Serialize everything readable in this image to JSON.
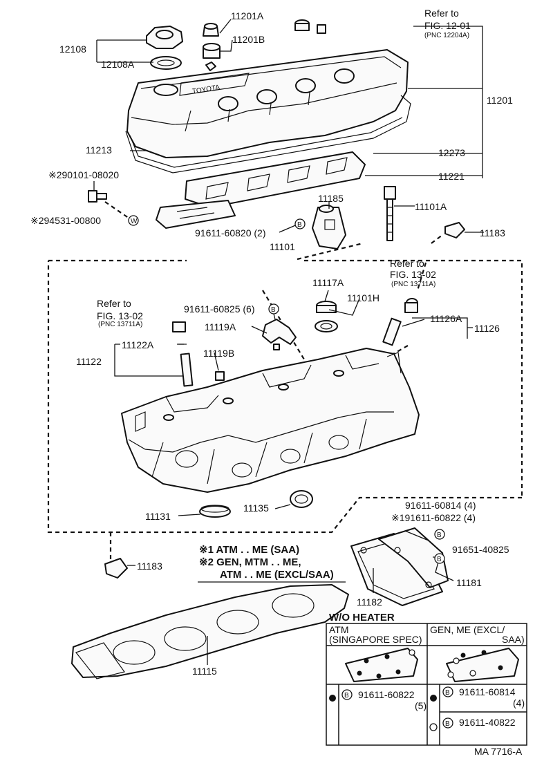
{
  "diagram_code": "MA 7716-A",
  "callouts": {
    "p12108": "12108",
    "p12108A": "12108A",
    "p11201A": "11201A",
    "p11201B": "11201B",
    "p11201": "11201",
    "p11213": "11213",
    "p12273": "12273",
    "p11221": "11221",
    "p290101": "※290101-08020",
    "p294531": "※294531-00800",
    "p11185": "11185",
    "p11101A": "11101A",
    "p91611_60820": "91611-60820 (2)",
    "p11183_top": "11183",
    "p11101": "11101",
    "p11117A": "11117A",
    "p11101H": "11101H",
    "p91611_60825": "91611-60825 (6)",
    "p11119A": "11119A",
    "p11126A": "11126A",
    "p11126": "11126",
    "p11122A": "11122A",
    "p11122": "11122",
    "p11119B": "11119B",
    "p11131": "11131",
    "p11135": "11135",
    "p91611_60814": "91611-60814 (4)",
    "p191611_60822": "※191611-60822 (4)",
    "p91651_40825": "91651-40825",
    "p11181": "11181",
    "p11182": "11182",
    "p11183_bot": "11183",
    "p11115": "11115"
  },
  "refs": {
    "fig1201": {
      "line1": "Refer to",
      "line2": "FIG. 12-01",
      "pnc": "(PNC 12204A)"
    },
    "fig1302_right": {
      "line1": "Refer to",
      "line2": "FIG. 13-02",
      "pnc": "(PNC 13711A)"
    },
    "fig1302_left": {
      "line1": "Refer to",
      "line2": "FIG. 13-02",
      "pnc": "(PNC 13711A)"
    }
  },
  "markers": {
    "w": "W",
    "b": "B"
  },
  "notes": {
    "n1": "※1 ATM . . ME (SAA)",
    "n2a": "※2 GEN, MTM . . ME,",
    "n2b": "ATM . . ME (EXCL/SAA)"
  },
  "table": {
    "title": "W/O HEATER",
    "col1_header_1": "ATM",
    "col1_header_2": "(SINGAPORE SPEC)",
    "col2_header_1": "GEN, ME (EXCL/",
    "col2_header_2": "SAA)",
    "row1_left_part": "91611-60822",
    "row1_left_qty": "(5)",
    "row1_right_part": "91611-60814",
    "row1_right_qty": "(4)",
    "row2_right_part": "91611-40822"
  }
}
